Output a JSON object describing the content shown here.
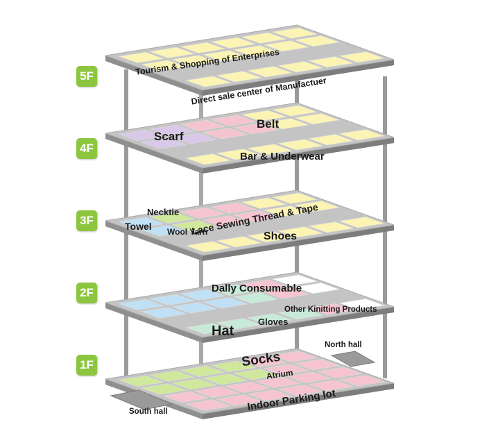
{
  "floors": [
    {
      "badge": "5F",
      "labels": {
        "tourism": "Tourism & Shopping of Enterprises",
        "direct": "Direct sale center of Manufactuer"
      }
    },
    {
      "badge": "4F",
      "labels": {
        "scarf": "Scarf",
        "belt": "Belt",
        "bar": "Bar & Underwear"
      }
    },
    {
      "badge": "3F",
      "labels": {
        "necktie": "Necktie",
        "lace": "Lace Sewing Thread & Tape",
        "towel": "Towel",
        "wool": "Wool Yarn",
        "shoes": "Shoes"
      }
    },
    {
      "badge": "2F",
      "labels": {
        "daily": "Dally Consumable",
        "other": "Other Kinitting Products",
        "gloves": "Gloves",
        "hat": "Hat"
      }
    },
    {
      "badge": "1F",
      "labels": {
        "socks": "Socks",
        "atrium": "Atrium",
        "parking": "Indoor Parking lot",
        "north": "North hall",
        "south": "South hall"
      }
    }
  ],
  "colors": {
    "badge": "#8cc63f",
    "slab_edge": "#8f8f8f",
    "slab_top": "#c4c4c4",
    "pillar": "#9a9a9a",
    "yellow": "#fbf4b4",
    "purple": "#d9c8e8",
    "pink": "#f6c4d0",
    "blue": "#bfe0f5",
    "green": "#d0e89c",
    "mint": "#c8ead8",
    "white": "#ffffff"
  }
}
